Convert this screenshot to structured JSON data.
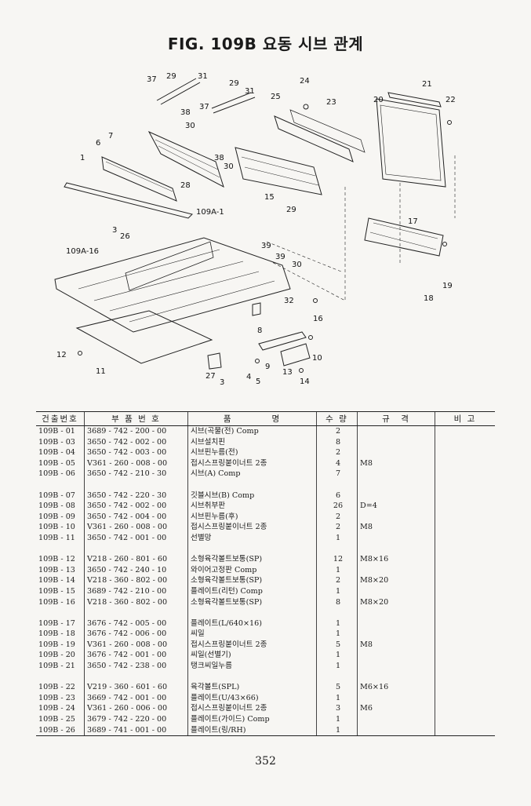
{
  "title": "FIG. 109B 요동 시브 관계",
  "callouts": [
    "37",
    "29",
    "31",
    "29",
    "31",
    "24",
    "21",
    "20",
    "22",
    "38",
    "37",
    "25",
    "23",
    "30",
    "6",
    "7",
    "38",
    "30",
    "1",
    "28",
    "15",
    "29",
    "109A-1",
    "17",
    "3",
    "26",
    "109A-16",
    "39",
    "39",
    "30",
    "19",
    "18",
    "32",
    "16",
    "8",
    "12",
    "11",
    "9",
    "10",
    "13",
    "27",
    "3",
    "4",
    "5",
    "14"
  ],
  "table": {
    "headers": [
      "건출번호",
      "부 품 번 호",
      "품　　　　명",
      "수 량",
      "규　격",
      "비 고"
    ],
    "groups": [
      [
        [
          "109B - 01",
          "3689 - 742 - 200 - 00",
          "시브(곡물(전) Comp",
          "2",
          ""
        ],
        [
          "109B - 03",
          "3650 - 742 - 002 - 00",
          "시브설치핀",
          "8",
          ""
        ],
        [
          "109B - 04",
          "3650 - 742 - 003 - 00",
          "시브핀누름(전)",
          "2",
          ""
        ],
        [
          "109B - 05",
          "V361 - 260 - 008 - 00",
          "접시스프링붙이너트 2종",
          "4",
          "M8"
        ],
        [
          "109B - 06",
          "3650 - 742 - 210 - 30",
          "시브(A) Comp",
          "7",
          ""
        ]
      ],
      [
        [
          "109B - 07",
          "3650 - 742 - 220 - 30",
          "깃블시브(B) Comp",
          "6",
          ""
        ],
        [
          "109B - 08",
          "3650 - 742 - 002 - 00",
          "시브취부판",
          "26",
          "D=4"
        ],
        [
          "109B - 09",
          "3650 - 742 - 004 - 00",
          "시브핀누름(후)",
          "2",
          ""
        ],
        [
          "109B - 10",
          "V361 - 260 - 008 - 00",
          "접시스프링붙이너트 2종",
          "2",
          "M8"
        ],
        [
          "109B - 11",
          "3650 - 742 - 001 - 00",
          "선별망",
          "1",
          ""
        ]
      ],
      [
        [
          "109B - 12",
          "V218 - 260 - 801 - 60",
          "소형육각볼트보통(SP)",
          "12",
          "M8×16"
        ],
        [
          "109B - 13",
          "3650 - 742 - 240 - 10",
          "와이어고정판 Comp",
          "1",
          ""
        ],
        [
          "109B - 14",
          "V218 - 360 - 802 - 00",
          "소형육각볼트보통(SP)",
          "2",
          "M8×20"
        ],
        [
          "109B - 15",
          "3689 - 742 - 210 - 00",
          "플레이트(리턴) Comp",
          "1",
          ""
        ],
        [
          "109B - 16",
          "V218 - 360 - 802 - 00",
          "소형육각볼트보통(SP)",
          "8",
          "M8×20"
        ]
      ],
      [
        [
          "109B - 17",
          "3676 - 742 - 005 - 00",
          "플레이트(L/640×16)",
          "1",
          ""
        ],
        [
          "109B - 18",
          "3676 - 742 - 006 - 00",
          "씨일",
          "1",
          ""
        ],
        [
          "109B - 19",
          "V361 - 260 - 008 - 00",
          "접시스프링붙이너트 2종",
          "5",
          "M8"
        ],
        [
          "109B - 20",
          "3676 - 742 - 001 - 00",
          "씨일(선별기)",
          "1",
          ""
        ],
        [
          "109B - 21",
          "3650 - 742 - 238 - 00",
          "탱크씨일누름",
          "1",
          ""
        ]
      ],
      [
        [
          "109B - 22",
          "V219 - 360 - 601 - 60",
          "육각볼트(SPL)",
          "5",
          "M6×16"
        ],
        [
          "109B - 23",
          "3669 - 742 - 001 - 00",
          "플레이트(U/43×66)",
          "1",
          ""
        ],
        [
          "109B - 24",
          "V361 - 260 - 006 - 00",
          "접시스프링붙이너트 2종",
          "3",
          "M6"
        ],
        [
          "109B - 25",
          "3679 - 742 - 220 - 00",
          "플레이트(가이드) Comp",
          "1",
          ""
        ],
        [
          "109B - 26",
          "3689 - 741 - 001 - 00",
          "플레이트(링/RH)",
          "1",
          ""
        ]
      ]
    ]
  },
  "page_number": "352"
}
